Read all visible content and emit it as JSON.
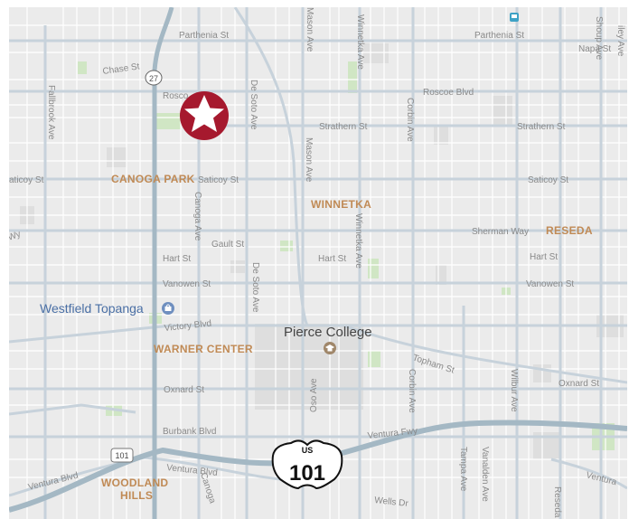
{
  "map": {
    "colors": {
      "land": "#ebebeb",
      "street": "#ffffff",
      "arterial": "#c7d2db",
      "freeway": "#a4b8c4",
      "park": "#d0e6c4",
      "building": "#dedede",
      "marker": "#a6192e",
      "area_label": "#c08a55",
      "poi_blue": "#4a6fa5"
    },
    "area_labels": {
      "canoga_park": "CANOGA PARK",
      "winnetka": "WINNETKA",
      "reseda": "RESEDA",
      "warner_center": "WARNER CENTER",
      "woodland_hills_1": "WOODLAND",
      "woodland_hills_2": "HILLS"
    },
    "streets": {
      "parthenia_left": "Parthenia St",
      "parthenia_right": "Parthenia St",
      "napa": "Napa St",
      "chase": "Chase St",
      "roscoe_left": "Rosco",
      "roscoe_right": "Roscoe Blvd",
      "strathern_mid": "Strathern St",
      "strathern_right": "Strathern St",
      "saticoy_left": "aticoy St",
      "saticoy_mid": "Saticoy St",
      "saticoy_right": "Saticoy St",
      "sherman_way": "Sherman Way",
      "gault": "Gault St",
      "hart_left": "Hart St",
      "hart_mid": "Hart St",
      "hart_right": "Hart St",
      "vanowen_left": "Vanowen St",
      "vanowen_right": "Vanowen St",
      "victory": "Victory Blvd",
      "topham": "Topham St",
      "oxnard_left": "Oxnard St",
      "oxnard_right": "Oxnard St",
      "burbank": "Burbank Blvd",
      "ventura_blvd_left": "Ventura Blvd",
      "ventura_blvd_mid": "Ventura Blvd",
      "ventura_blvd_right": "Ventura",
      "wells": "Wells Dr",
      "fallbrook": "Fallbrook Ave",
      "canoga_ave": "Canoga Ave",
      "canoga_ave_south": "Canoga",
      "desoto_north": "De Soto Ave",
      "desoto_south": "De Soto Ave",
      "mason_north": "Mason Ave",
      "mason_mid": "Mason Ave",
      "winnetka_north": "Winnetka Ave",
      "winnetka_mid": "Winnetka Ave",
      "corbin_north": "Corbin Ave",
      "corbin_south": "Corbin Ave",
      "wilbur": "Wilbur Ave",
      "tampa": "Tampa Ave",
      "vanalden": "Vanalden Ave",
      "reseda_blvd": "Reseda",
      "shoup": "Shoup Ave",
      "valley_circle": "Wy",
      "topright": "iley Ave",
      "oso": "Oso Ave",
      "ventura_fwy": "Ventura Fwy"
    },
    "pois": {
      "westfield_topanga": "Westfield Topanga",
      "pierce_college": "Pierce College"
    },
    "shields": {
      "route27": "27",
      "us101_small": "101",
      "us101_big_top": "US",
      "us101_big_num": "101"
    },
    "icons": {
      "marker": "star-marker-icon",
      "shopping": "shopping-bag-icon",
      "college": "graduation-cap-icon",
      "transit": "transit-icon"
    }
  }
}
